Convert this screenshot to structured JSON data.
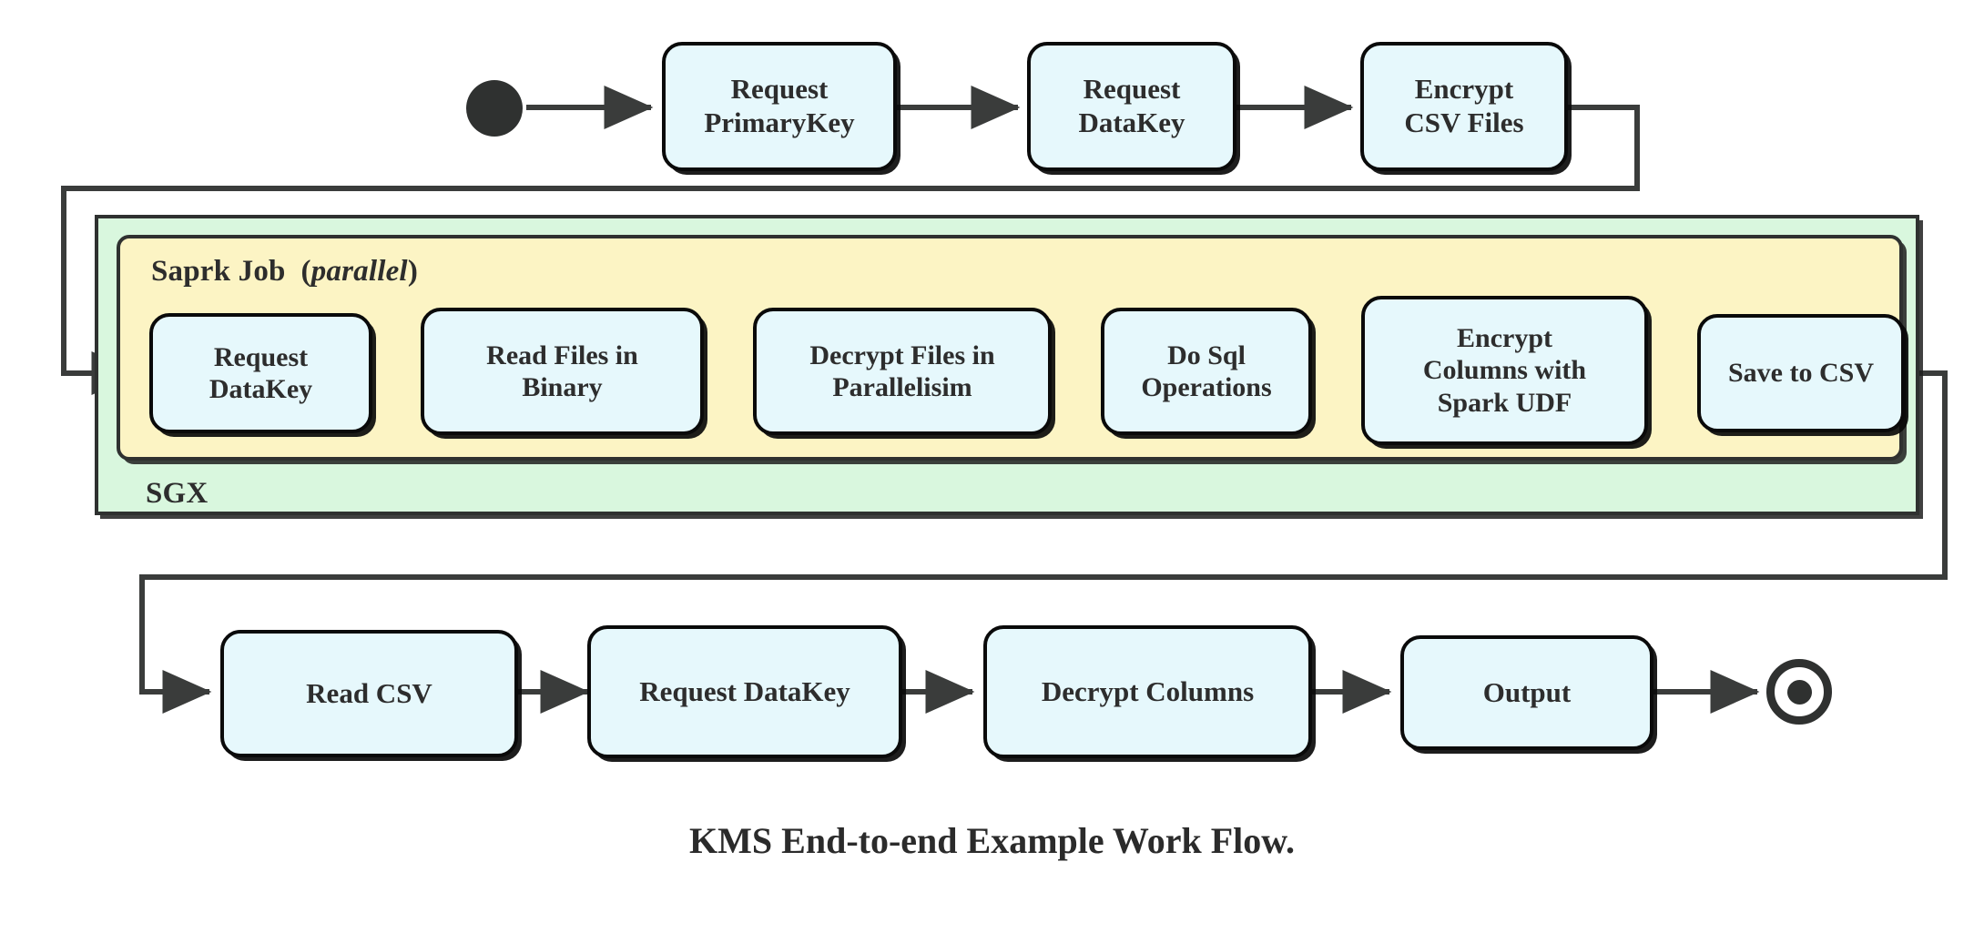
{
  "diagram": {
    "caption": "KMS End-to-end Example Work Flow.",
    "colors": {
      "node_fill": "#e6f8fc",
      "node_stroke": "#0a0a0a",
      "sgx_fill": "#d9f7de",
      "spark_fill": "#fcf4c4",
      "container_stroke": "#2f3130",
      "wire": "#3a3c3b",
      "text": "#2d2d2d",
      "page_background": "#ffffff"
    },
    "containers": [
      {
        "id": "sgx",
        "label": "SGX",
        "label_position": "bottom-left",
        "fill": "#d9f7de"
      },
      {
        "id": "spark-job",
        "label": "Saprk Job",
        "label_suffix": "(parallel)",
        "label_suffix_italic_text": "parallel",
        "label_position": "top-left",
        "fill": "#fcf4c4"
      }
    ],
    "markers": [
      {
        "id": "start",
        "type": "initial-state",
        "name": "start-node"
      },
      {
        "id": "end",
        "type": "final-state",
        "name": "end-node"
      }
    ],
    "rows": {
      "top": {
        "name": "top-flow-row",
        "nodes": [
          {
            "id": "request-primarykey",
            "label": "Request\nPrimaryKey"
          },
          {
            "id": "request-datakey-top",
            "label": "Request\nDataKey"
          },
          {
            "id": "encrypt-csv-files",
            "label": "Encrypt\nCSV Files"
          }
        ]
      },
      "middle": {
        "name": "spark-job-row",
        "nodes": [
          {
            "id": "request-datakey-spark",
            "label": "Request\nDataKey"
          },
          {
            "id": "read-files-in-binary",
            "label": "Read Files in\nBinary"
          },
          {
            "id": "decrypt-files-in-parallelisim",
            "label": "Decrypt Files in\nParallelisim"
          },
          {
            "id": "do-sql-operations",
            "label": "Do Sql\nOperations"
          },
          {
            "id": "encrypt-columns-with-spark-udf",
            "label": "Encrypt\nColumns with\nSpark UDF"
          },
          {
            "id": "save-to-csv",
            "label": "Save to CSV"
          }
        ]
      },
      "bottom": {
        "name": "bottom-flow-row",
        "nodes": [
          {
            "id": "read-csv",
            "label": "Read CSV"
          },
          {
            "id": "request-datakey-bottom",
            "label": "Request DataKey"
          },
          {
            "id": "decrypt-columns",
            "label": "Decrypt Columns"
          },
          {
            "id": "output",
            "label": "Output"
          }
        ]
      }
    },
    "edges": [
      {
        "from": "start",
        "to": "request-primarykey",
        "style": "straight"
      },
      {
        "from": "request-primarykey",
        "to": "request-datakey-top",
        "style": "straight"
      },
      {
        "from": "request-datakey-top",
        "to": "encrypt-csv-files",
        "style": "straight"
      },
      {
        "from": "encrypt-csv-files",
        "to": "request-datakey-spark",
        "style": "orthogonal-left-wrap"
      },
      {
        "from": "request-datakey-spark",
        "to": "read-files-in-binary",
        "style": "straight"
      },
      {
        "from": "read-files-in-binary",
        "to": "decrypt-files-in-parallelisim",
        "style": "straight"
      },
      {
        "from": "decrypt-files-in-parallelisim",
        "to": "do-sql-operations",
        "style": "straight"
      },
      {
        "from": "do-sql-operations",
        "to": "encrypt-columns-with-spark-udf",
        "style": "straight"
      },
      {
        "from": "encrypt-columns-with-spark-udf",
        "to": "save-to-csv",
        "style": "straight"
      },
      {
        "from": "save-to-csv",
        "to": "read-csv",
        "style": "orthogonal-right-wrap"
      },
      {
        "from": "read-csv",
        "to": "request-datakey-bottom",
        "style": "straight"
      },
      {
        "from": "request-datakey-bottom",
        "to": "decrypt-columns",
        "style": "straight"
      },
      {
        "from": "decrypt-columns",
        "to": "output",
        "style": "straight"
      },
      {
        "from": "output",
        "to": "end",
        "style": "straight"
      }
    ]
  }
}
